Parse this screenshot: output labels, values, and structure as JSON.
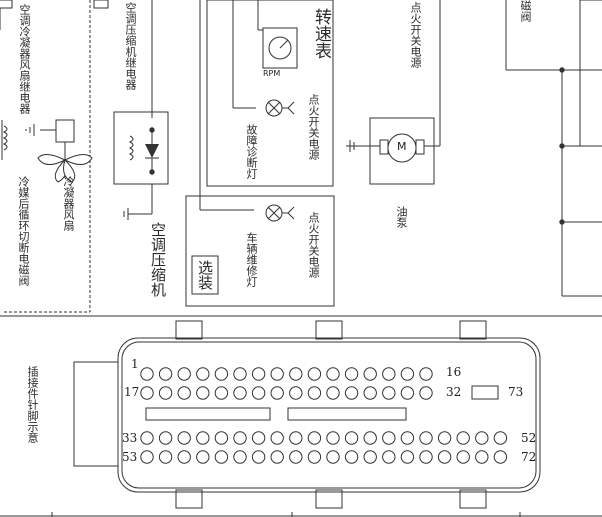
{
  "labels": {
    "fan_relay": "空调冷凝器风扇继电器",
    "fan": "冷凝器风扇",
    "cutoff_valve": "冷媒后循环切断电磁阀",
    "comp_relay": "空调压缩机继电器",
    "compressor": "空调压缩机",
    "tacho": "转速表",
    "rpm": "RPM",
    "ignition_power_1": "点火开关电源",
    "fault_lamp": "故障诊断灯",
    "ignition_power_2": "点火开关电源",
    "service_lamp": "车辆维修灯",
    "optional": "选装",
    "ignition_power_3": "点火开关电源",
    "fuel_pump": "油泵",
    "motor": "M",
    "solenoid": "磁阀",
    "connector_title": "插接件针脚示意"
  },
  "pins": {
    "row1_start": "1",
    "row1_end": "16",
    "row2_start": "17",
    "row2_end": "32",
    "single_pin": "73",
    "row3_start": "33",
    "row3_end": "52",
    "row4_start": "53",
    "row4_end": "72"
  }
}
